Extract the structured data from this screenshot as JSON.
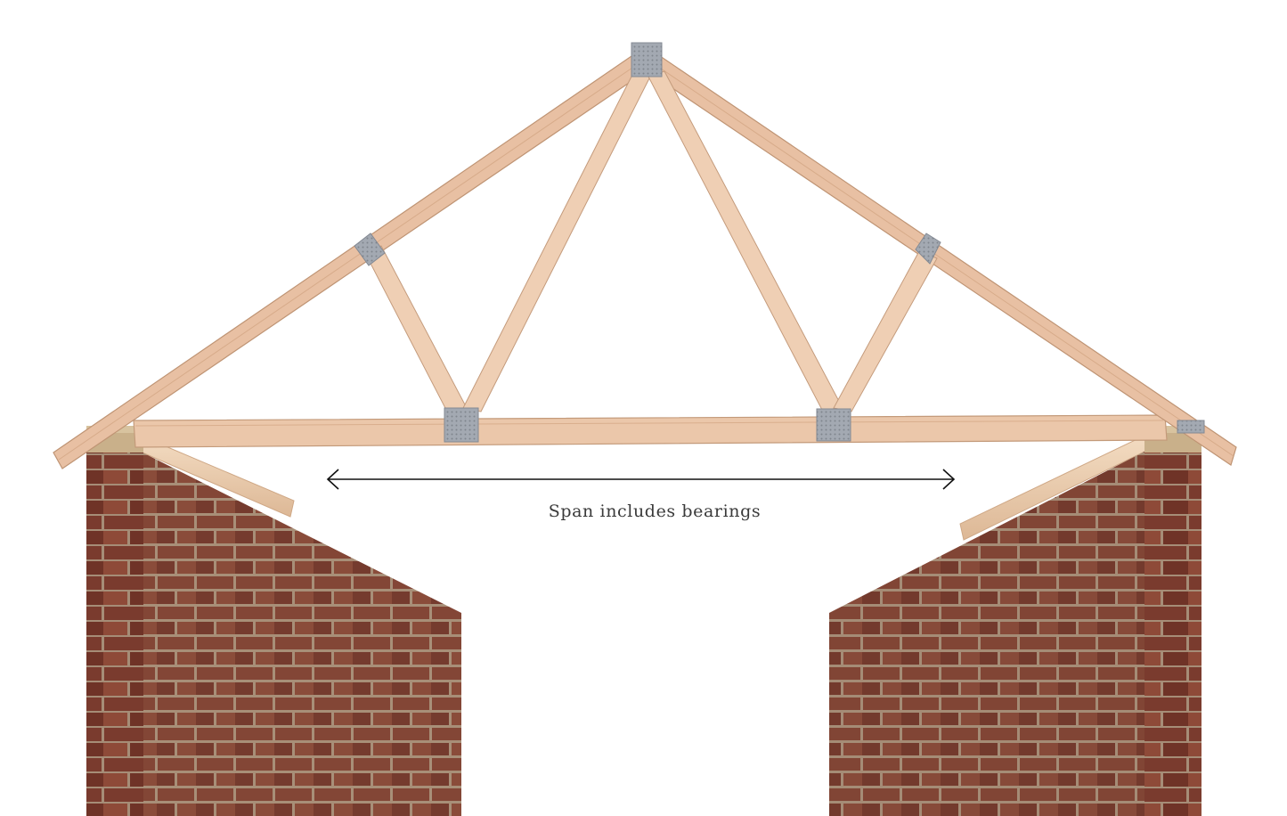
{
  "diagram": {
    "caption": "Span includes bearings",
    "colors": {
      "timber": "#e8c0a3",
      "timber_edge": "#b98a6c",
      "plate": "#9ea4ad",
      "brick": "#8a4a39",
      "mortar": "#b89c84",
      "arrow": "#111111",
      "caption": "#3a3a3a"
    },
    "components": [
      "roof-truss",
      "left-brick-wall",
      "right-brick-wall",
      "span-arrow",
      "wall-plate-left",
      "wall-plate-right"
    ]
  }
}
